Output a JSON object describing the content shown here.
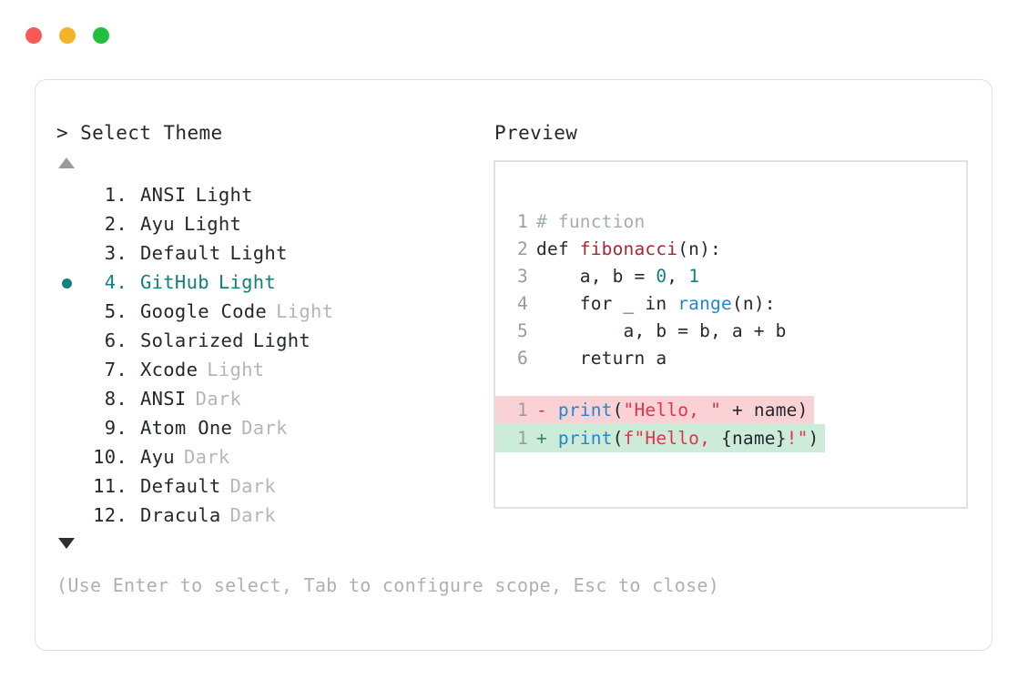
{
  "window": {
    "dots": [
      {
        "name": "close-dot",
        "color": "#f45b56"
      },
      {
        "name": "minimize-dot",
        "color": "#f5b32a"
      },
      {
        "name": "maximize-dot",
        "color": "#22bf3f"
      }
    ]
  },
  "prompt": {
    "header": "> Select Theme",
    "scroll_up_icon": "triangle-up-icon",
    "scroll_down_icon": "triangle-down-icon",
    "selected_index": 4,
    "selection_bullet_color": "#12807c",
    "footer_hint": "(Use Enter to select, Tab to configure scope, Esc to close)"
  },
  "themes": [
    {
      "index": "1.",
      "name": "ANSI",
      "variant": "Light",
      "variant_dim": false,
      "selected": false
    },
    {
      "index": "2.",
      "name": "Ayu",
      "variant": "Light",
      "variant_dim": false,
      "selected": false
    },
    {
      "index": "3.",
      "name": "Default",
      "variant": "Light",
      "variant_dim": false,
      "selected": false
    },
    {
      "index": "4.",
      "name": "GitHub",
      "variant": "Light",
      "variant_dim": false,
      "selected": true
    },
    {
      "index": "5.",
      "name": "Google Code",
      "variant": "Light",
      "variant_dim": true,
      "selected": false
    },
    {
      "index": "6.",
      "name": "Solarized",
      "variant": "Light",
      "variant_dim": false,
      "selected": false
    },
    {
      "index": "7.",
      "name": "Xcode",
      "variant": "Light",
      "variant_dim": true,
      "selected": false
    },
    {
      "index": "8.",
      "name": "ANSI",
      "variant": "Dark",
      "variant_dim": true,
      "selected": false
    },
    {
      "index": "9.",
      "name": "Atom One",
      "variant": "Dark",
      "variant_dim": true,
      "selected": false
    },
    {
      "index": "10.",
      "name": "Ayu",
      "variant": "Dark",
      "variant_dim": true,
      "selected": false
    },
    {
      "index": "11.",
      "name": "Default",
      "variant": "Dark",
      "variant_dim": true,
      "selected": false
    },
    {
      "index": "12.",
      "name": "Dracula",
      "variant": "Dark",
      "variant_dim": true,
      "selected": false
    }
  ],
  "preview": {
    "label": "Preview",
    "code_lines": [
      {
        "ln": "1",
        "tokens": [
          {
            "text": "# function",
            "type": "comment"
          }
        ]
      },
      {
        "ln": "2",
        "tokens": [
          {
            "text": "def ",
            "type": "kw"
          },
          {
            "text": "fibonacci",
            "type": "fn"
          },
          {
            "text": "(n):",
            "type": "plain"
          }
        ]
      },
      {
        "ln": "3",
        "tokens": [
          {
            "text": "    a, b = ",
            "type": "plain"
          },
          {
            "text": "0",
            "type": "num"
          },
          {
            "text": ", ",
            "type": "plain"
          },
          {
            "text": "1",
            "type": "num"
          }
        ]
      },
      {
        "ln": "4",
        "tokens": [
          {
            "text": "    for _ in ",
            "type": "plain"
          },
          {
            "text": "range",
            "type": "builtin"
          },
          {
            "text": "(n):",
            "type": "plain"
          }
        ]
      },
      {
        "ln": "5",
        "tokens": [
          {
            "text": "        a, b = b, a + b",
            "type": "plain"
          }
        ]
      },
      {
        "ln": "6",
        "tokens": [
          {
            "text": "    return a",
            "type": "plain"
          }
        ]
      }
    ],
    "diff_lines": [
      {
        "ln": "1",
        "kind": "del",
        "marker": "-",
        "background": "#fad2d6",
        "tokens": [
          {
            "text": "print",
            "type": "call"
          },
          {
            "text": "(",
            "type": "plain"
          },
          {
            "text": "\"Hello, \"",
            "type": "str"
          },
          {
            "text": " + name)",
            "type": "plain"
          }
        ]
      },
      {
        "ln": "1",
        "kind": "add",
        "marker": "+",
        "background": "#cdebd9",
        "tokens": [
          {
            "text": "print",
            "type": "call"
          },
          {
            "text": "(",
            "type": "plain"
          },
          {
            "text": "f\"Hello, ",
            "type": "str"
          },
          {
            "text": "{name}",
            "type": "plain"
          },
          {
            "text": "!\"",
            "type": "str"
          },
          {
            "text": ")",
            "type": "plain"
          }
        ]
      }
    ]
  }
}
